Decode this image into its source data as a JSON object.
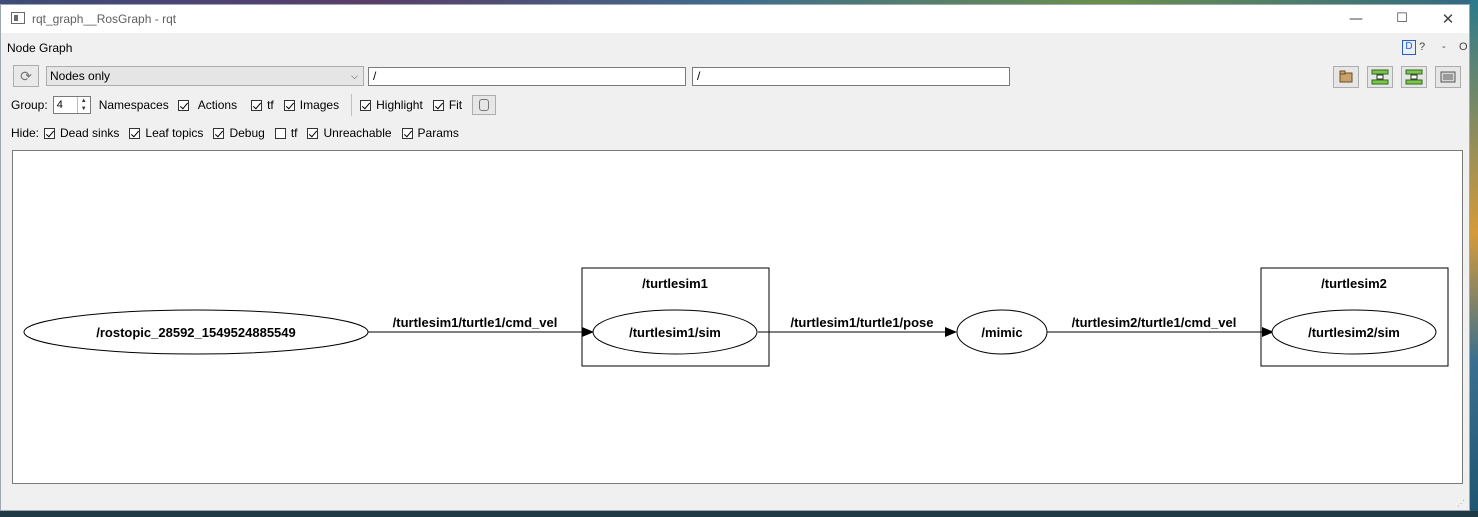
{
  "window": {
    "title": "rqt_graph__RosGraph - rqt",
    "controls": {
      "minimize": "—",
      "maximize": "☐",
      "close": "✕"
    }
  },
  "plugin": {
    "title": "Node Graph",
    "header_controls": {
      "d": "D",
      "help": "?",
      "dash": "-",
      "close": "O"
    }
  },
  "toolbar": {
    "refresh_icon": "refresh-icon",
    "mode_select": {
      "value": "Nodes only",
      "arrow": "⌵"
    },
    "node_filter": {
      "value": "/"
    },
    "topic_filter": {
      "value": "/"
    },
    "buttons": [
      {
        "name": "load-dot-icon"
      },
      {
        "name": "save-dot-icon"
      },
      {
        "name": "save-svg-icon"
      },
      {
        "name": "save-image-icon"
      }
    ]
  },
  "options": {
    "group_label": "Group:",
    "group_value": "4",
    "spin_up": "▲",
    "spin_down": "▼",
    "items": [
      {
        "label": "Namespaces",
        "checked": true
      },
      {
        "label": "Actions",
        "checked": true
      },
      {
        "label": "tf",
        "checked": true
      },
      {
        "label": "Images",
        "checked": true
      },
      {
        "label": "Highlight",
        "checked": true
      },
      {
        "label": "Fit",
        "checked": true
      }
    ]
  },
  "hide": {
    "label": "Hide:",
    "items": [
      {
        "label": "Dead sinks",
        "checked": true
      },
      {
        "label": "Leaf topics",
        "checked": true
      },
      {
        "label": "Debug",
        "checked": true
      },
      {
        "label": "tf",
        "checked": false
      },
      {
        "label": "Unreachable",
        "checked": true
      },
      {
        "label": "Params",
        "checked": true
      }
    ]
  },
  "graph": {
    "nodes": {
      "rostopic": "/rostopic_28592_1549524885549",
      "sim1": "/turtlesim1/sim",
      "mimic": "/mimic",
      "sim2": "/turtlesim2/sim"
    },
    "clusters": {
      "turtlesim1": "/turtlesim1",
      "turtlesim2": "/turtlesim2"
    },
    "edges": {
      "e1": "/turtlesim1/turtle1/cmd_vel",
      "e2": "/turtlesim1/turtle1/pose",
      "e3": "/turtlesim2/turtle1/cmd_vel"
    }
  }
}
